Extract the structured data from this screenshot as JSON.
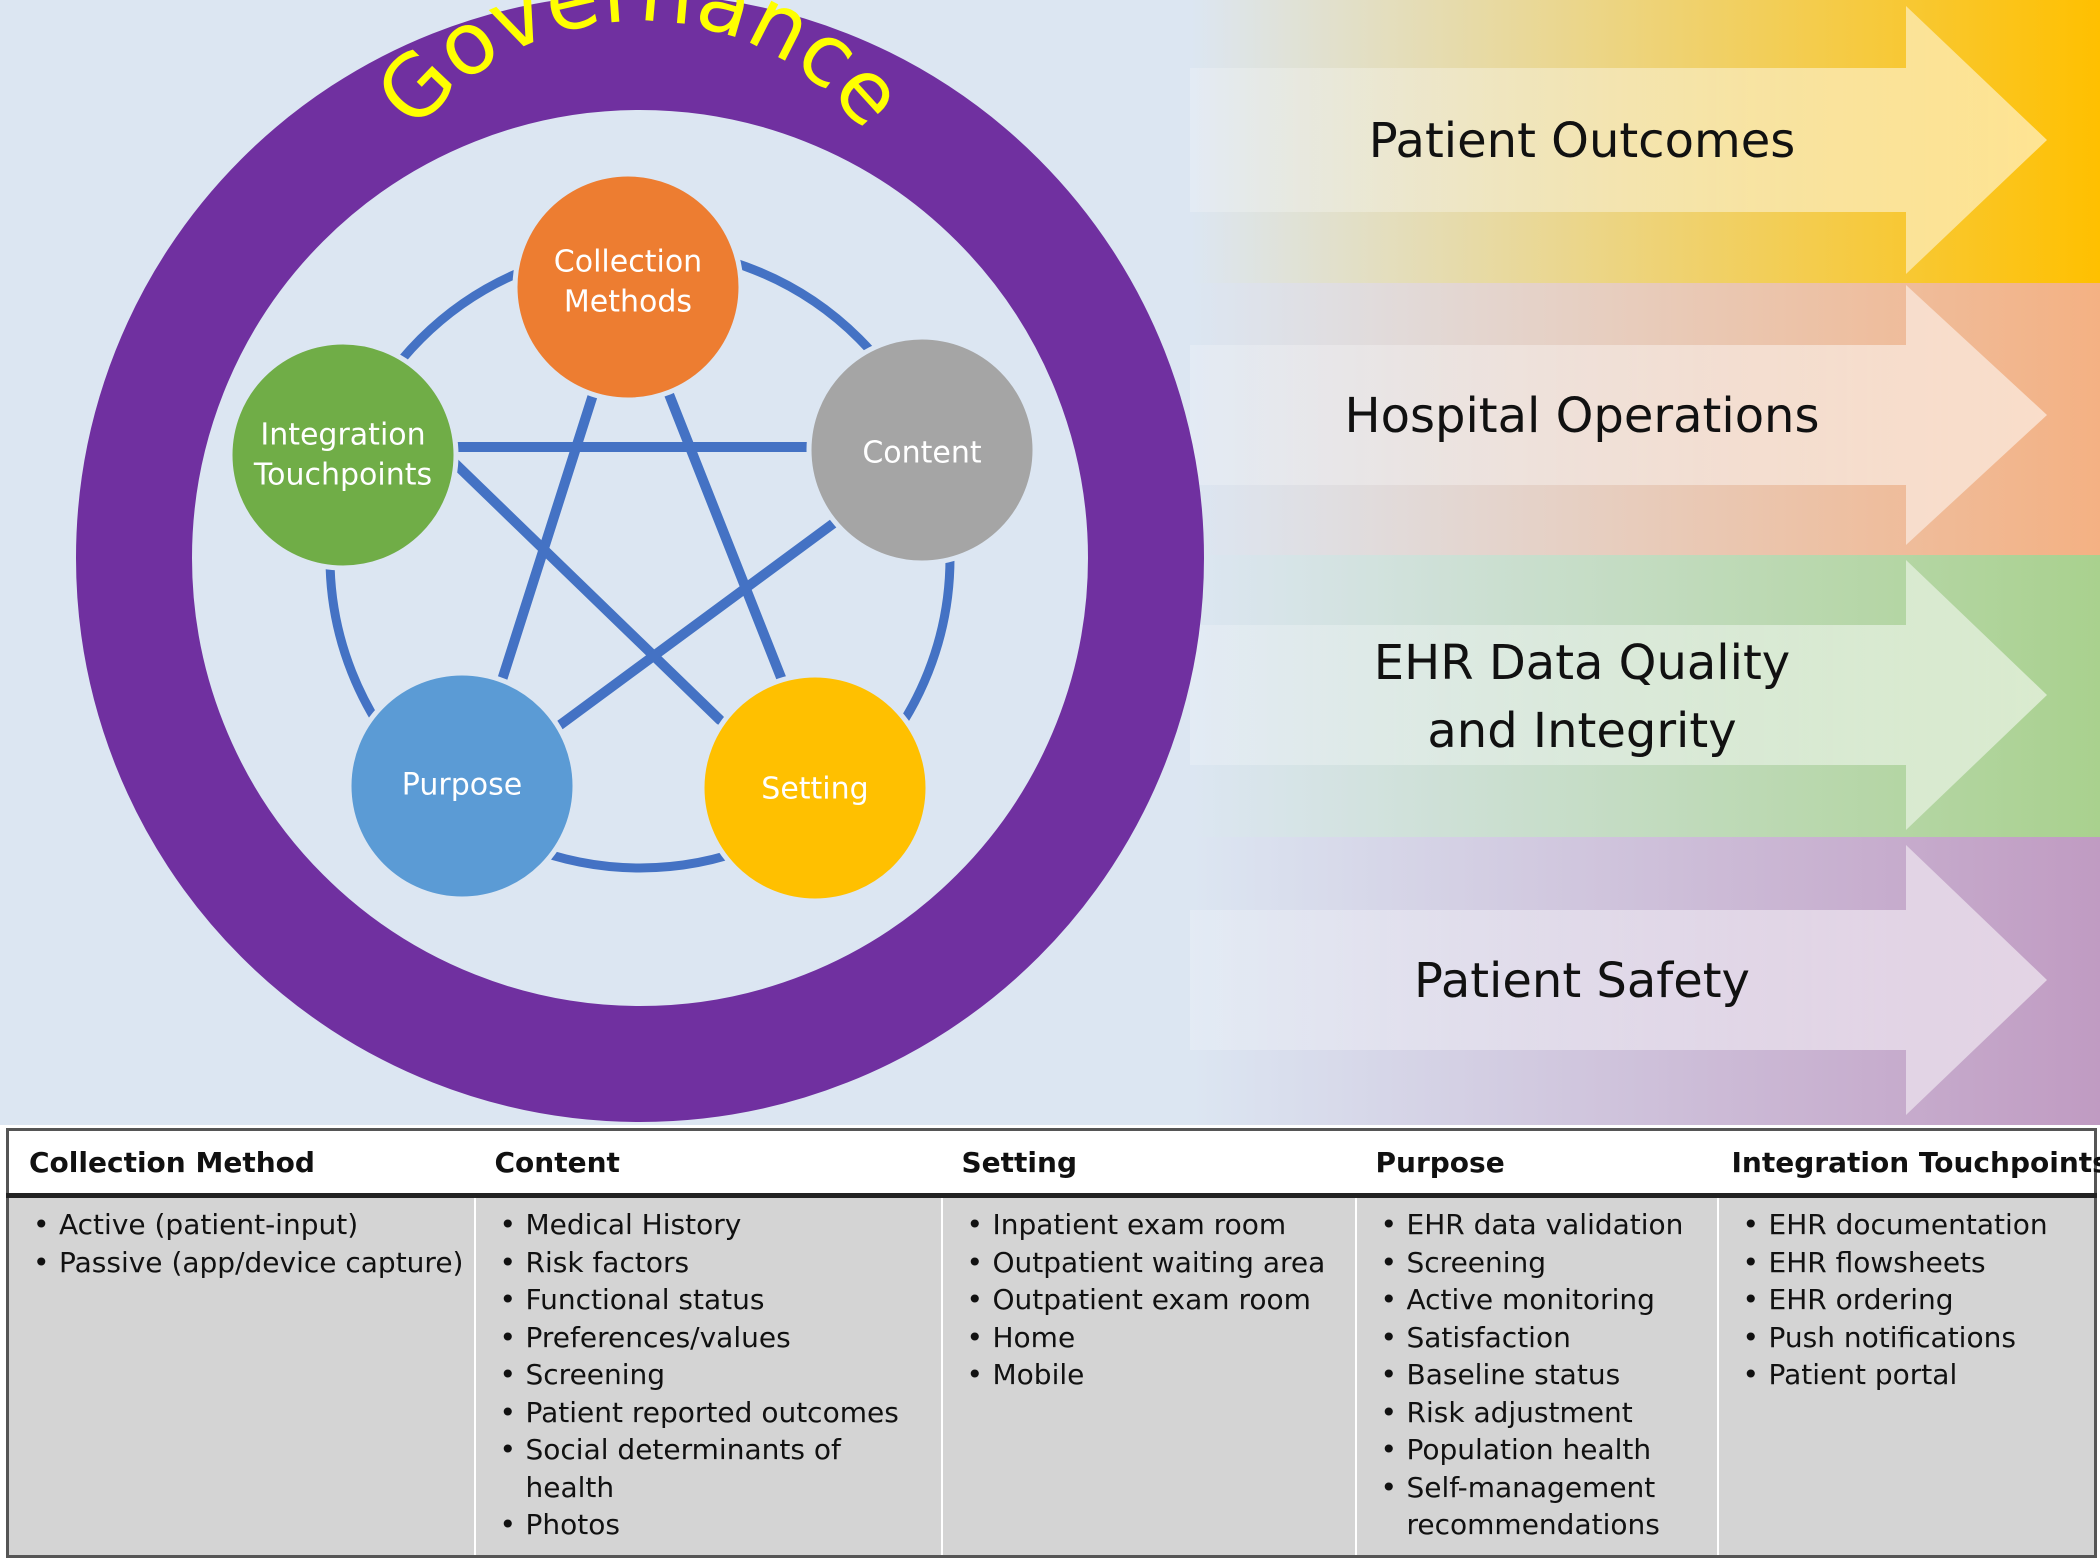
{
  "diagram": {
    "ring_title": "Governance",
    "nodes": {
      "collection": [
        "Collection",
        "Methods"
      ],
      "content": [
        "Content"
      ],
      "setting": [
        "Setting"
      ],
      "purpose": [
        "Purpose"
      ],
      "integration": [
        "Integration",
        "Touchpoints"
      ]
    },
    "outcomes": {
      "patient_outcomes": [
        "Patient Outcomes"
      ],
      "hospital_operations": [
        "Hospital Operations"
      ],
      "ehr_quality": [
        "EHR Data Quality",
        "and Integrity"
      ],
      "patient_safety": [
        "Patient Safety"
      ]
    },
    "colors": {
      "background": "#dce6f2",
      "ring": "#7030a0",
      "ring_title": "#ffff00",
      "connector": "#4472c4",
      "collection": "#ed7d31",
      "content": "#a5a5a5",
      "setting": "#ffc000",
      "purpose": "#5b9bd5",
      "integration": "#70ad47",
      "arrow_yellow": "#ffc000",
      "arrow_orange": "#f4b183",
      "arrow_green": "#a9d18e",
      "arrow_purple": "#c09bc2"
    }
  },
  "table": {
    "columns": [
      {
        "header": "Collection Method",
        "items": [
          "Active (patient-input)",
          "Passive (app/device capture)"
        ]
      },
      {
        "header": "Content",
        "items": [
          "Medical History",
          "Risk factors",
          "Functional status",
          "Preferences/values",
          "Screening",
          "Patient reported outcomes",
          "Social determinants of health",
          "Photos"
        ]
      },
      {
        "header": "Setting",
        "items": [
          "Inpatient exam room",
          "Outpatient waiting area",
          "Outpatient exam room",
          "Home",
          "Mobile"
        ]
      },
      {
        "header": "Purpose",
        "items": [
          "EHR data validation",
          "Screening",
          "Active monitoring",
          "Satisfaction",
          "Baseline status",
          "Risk adjustment",
          "Population health",
          "Self-management recommendations"
        ]
      },
      {
        "header": "Integration Touchpoints",
        "items": [
          "EHR documentation",
          "EHR flowsheets",
          "EHR ordering",
          "Push notifications",
          "Patient portal"
        ]
      }
    ]
  }
}
